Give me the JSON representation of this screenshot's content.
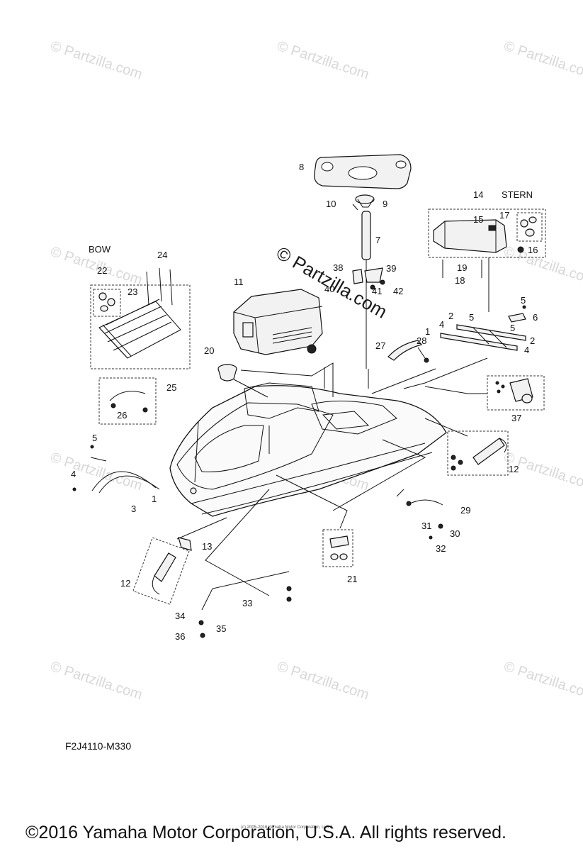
{
  "diagram": {
    "labels": {
      "bow": "BOW",
      "stern": "STERN"
    },
    "callouts": [
      "8",
      "10",
      "9",
      "7",
      "14",
      "15",
      "17",
      "16",
      "19",
      "18",
      "11",
      "38",
      "39",
      "40",
      "41",
      "42",
      "24",
      "22",
      "23",
      "5",
      "6",
      "2",
      "5",
      "5",
      "2",
      "1",
      "4",
      "4",
      "28",
      "27",
      "20",
      "25",
      "26",
      "37",
      "5",
      "4",
      "3",
      "1",
      "12",
      "29",
      "31",
      "30",
      "32",
      "13",
      "21",
      "12",
      "33",
      "34",
      "35",
      "36"
    ],
    "watermark": "© Partzilla.com",
    "watermark_center": "© Partzilla.com",
    "drawing_code": "F2J4110-M330"
  },
  "footer": {
    "copyright": "©2016 Yamaha Motor Corporation, U.S.A. All rights reserved.",
    "small_copyright": "(c) 2005-2016 Yamaha Motor Corporation, U.S.A."
  }
}
